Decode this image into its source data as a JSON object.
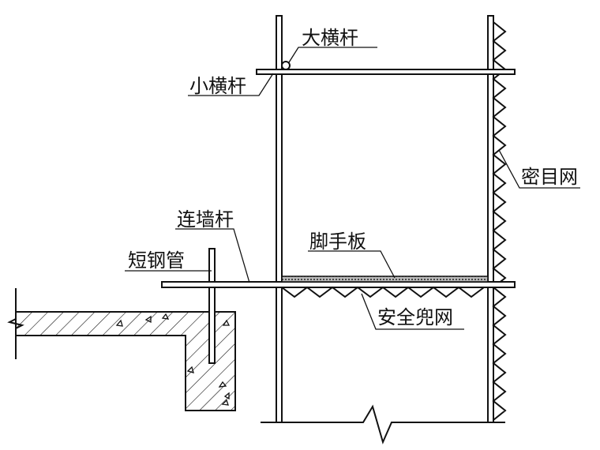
{
  "labels": {
    "main_ledger": "大横杆",
    "transom": "小横杆",
    "dense_mesh": "密目网",
    "wall_tie": "连墙杆",
    "short_steel_pipe": "短钢管",
    "scaffold_board": "脚手板",
    "safety_net": "安全兜网"
  },
  "colors": {
    "line": "#111111",
    "board_fill": "#777777",
    "background": "#ffffff"
  }
}
